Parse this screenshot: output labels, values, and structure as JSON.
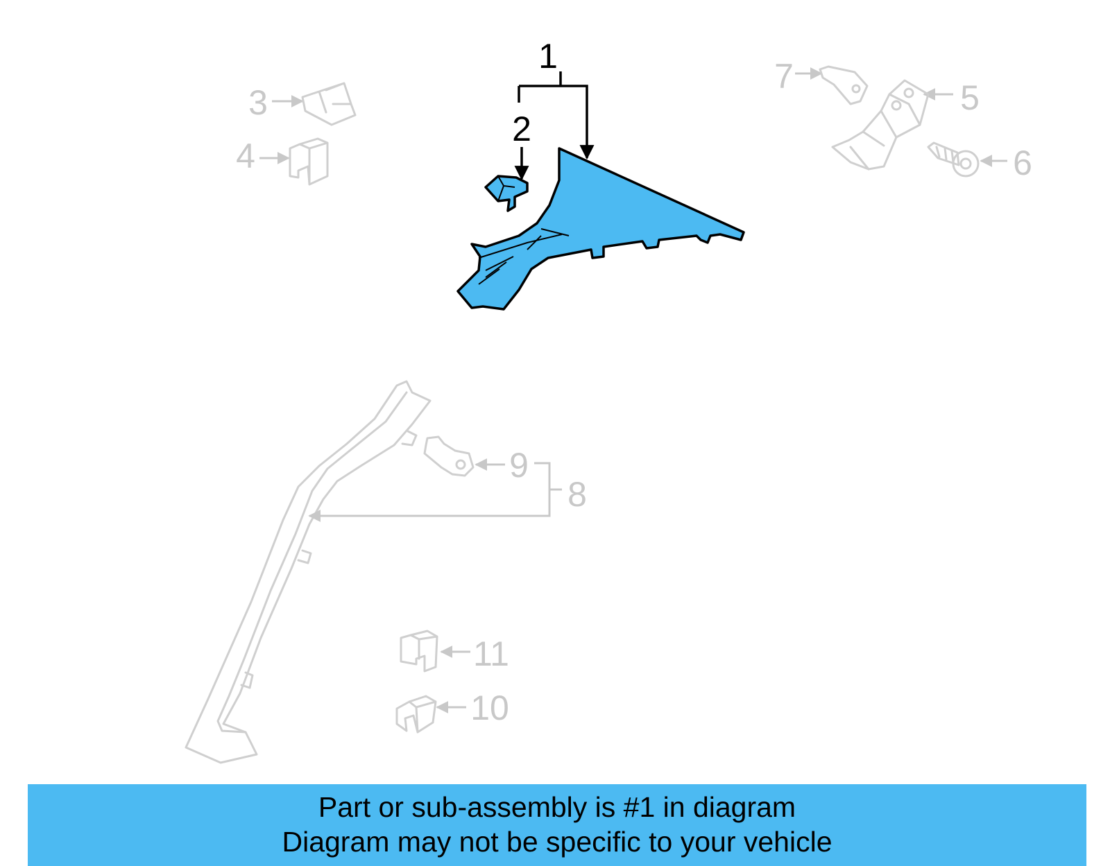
{
  "diagram": {
    "callouts": {
      "c1": "1",
      "c2": "2",
      "c3": "3",
      "c4": "4",
      "c5": "5",
      "c6": "6",
      "c7": "7",
      "c8": "8",
      "c9": "9",
      "c10": "10",
      "c11": "11"
    },
    "highlight_color": "#4cbaf2",
    "faded_color": "#c8c8c8"
  },
  "banner": {
    "line1": "Part or sub-assembly is #1 in diagram",
    "line2": "Diagram may not be specific to your vehicle",
    "background": "#4cbaf2"
  }
}
